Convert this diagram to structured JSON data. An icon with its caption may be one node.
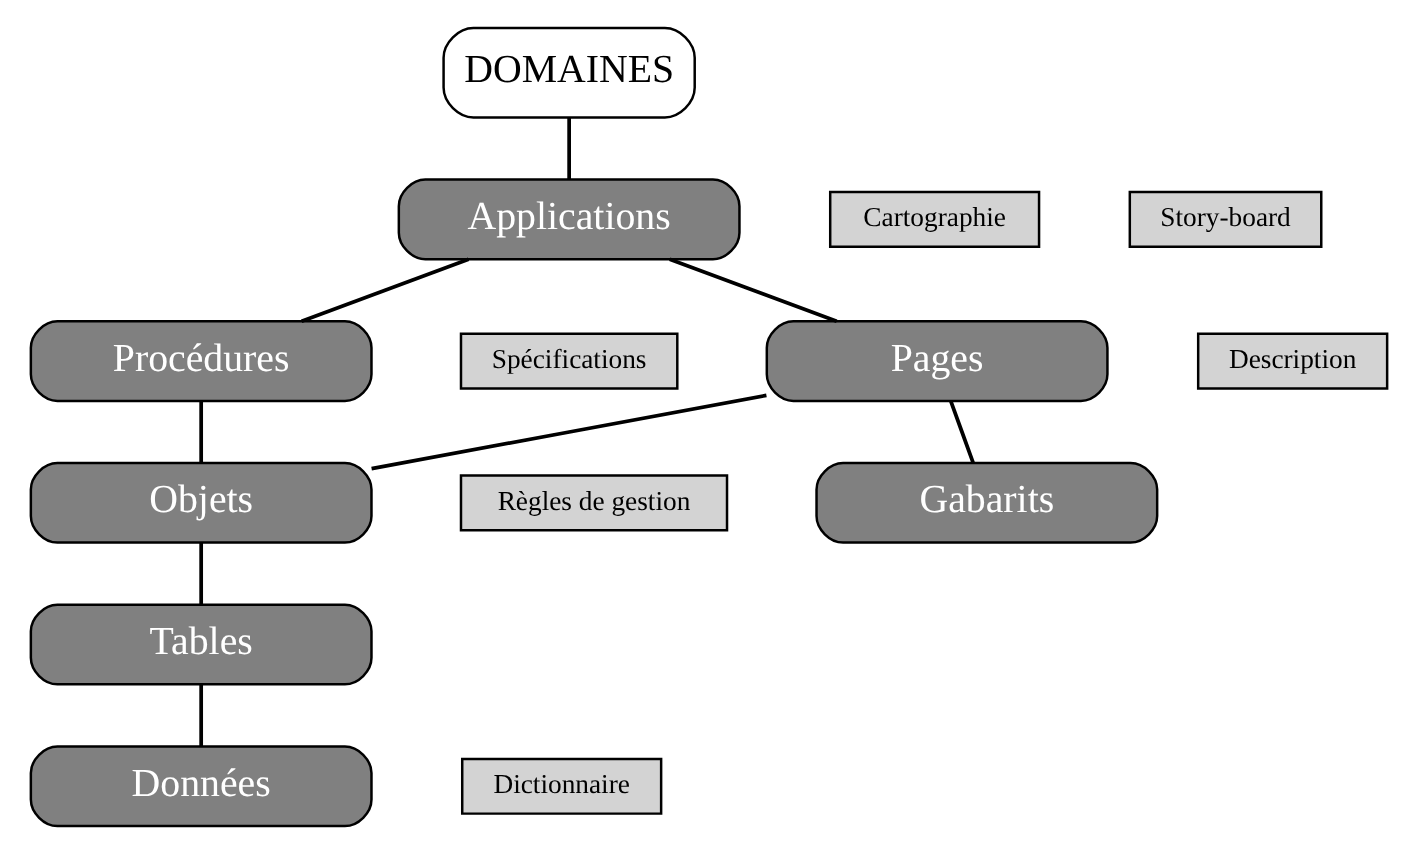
{
  "diagram": {
    "nodes": [
      {
        "text": [
          "DOMAINES"
        ]
      },
      {
        "text": [
          "Applications"
        ]
      },
      {
        "text": [
          "Pages"
        ]
      },
      {
        "text": [
          "Procédures"
        ]
      },
      {
        "text": [
          "Objets"
        ]
      },
      {
        "text": [
          "Gabarits"
        ]
      },
      {
        "text": [
          "Tables"
        ]
      },
      {
        "text": [
          "Données"
        ]
      },
      {
        "text": [
          "Cartographie"
        ]
      },
      {
        "text": [
          "Story-board"
        ]
      },
      {
        "text": [
          "Description"
        ]
      },
      {
        "text": [
          "Spécifications"
        ]
      },
      {
        "text": [
          "Règles de gestion"
        ]
      },
      {
        "text": [
          "Dictionnaire"
        ]
      }
    ],
    "edges": [
      {
        "from": 0,
        "to": 1,
        "arrow": "none"
      },
      {
        "from": 1,
        "to": 2,
        "arrow": "none"
      },
      {
        "from": 1,
        "to": 3,
        "arrow": "none"
      },
      {
        "from": 2,
        "to": 4,
        "arrow": "none"
      },
      {
        "from": 3,
        "to": 4,
        "arrow": "none"
      },
      {
        "from": 2,
        "to": 5,
        "arrow": "none"
      },
      {
        "from": 4,
        "to": 6,
        "arrow": "none"
      },
      {
        "from": 6,
        "to": 7,
        "arrow": "none"
      }
    ]
  }
}
